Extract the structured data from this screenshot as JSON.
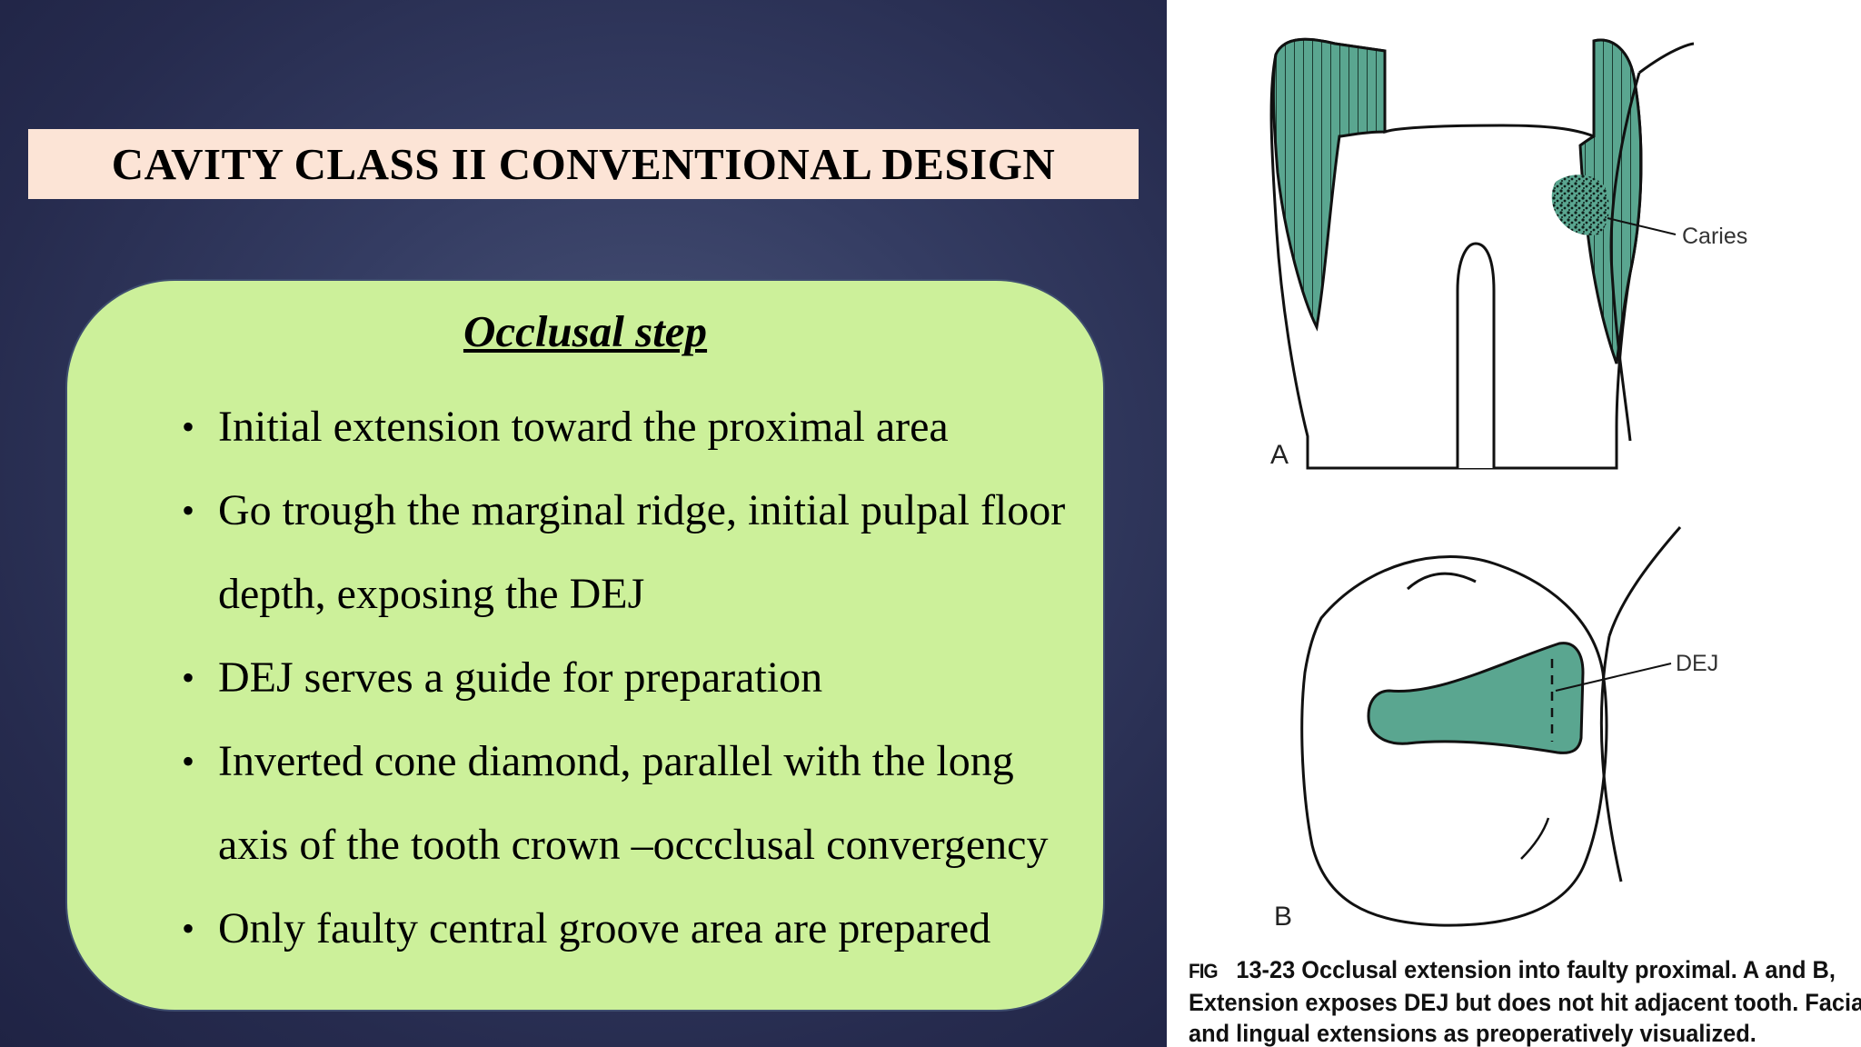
{
  "slide": {
    "title": "CAVITY CLASS II CONVENTIONAL DESIGN",
    "section_heading": "Occlusal step",
    "bullets": [
      "Initial extension toward the proximal area",
      "Go trough the marginal ridge, initial pulpal floor",
      "depth, exposing the DEJ",
      "DEJ serves a guide for preparation",
      "Inverted cone diamond, parallel with the long",
      "axis of the tooth crown –occclusal convergency",
      "Only faulty central groove area are prepared"
    ],
    "bullet_symbol": "•"
  },
  "figure": {
    "label_a": "A",
    "label_b": "B",
    "callout_caries": "Caries",
    "callout_dej": "DEJ",
    "caption_tag": "FIG",
    "caption_lines": [
      "13-23 Occlusal extension into faulty proximal. A and B,",
      "Extension exposes DEJ but does not hit adjacent tooth. Facial",
      "and lingual extensions as preoperatively visualized."
    ]
  },
  "colors": {
    "title_bar": "#fce4d6",
    "content_box": "#ccf09a",
    "enamel_hatch": "#5aa690",
    "slide_background": "#2b3157"
  }
}
